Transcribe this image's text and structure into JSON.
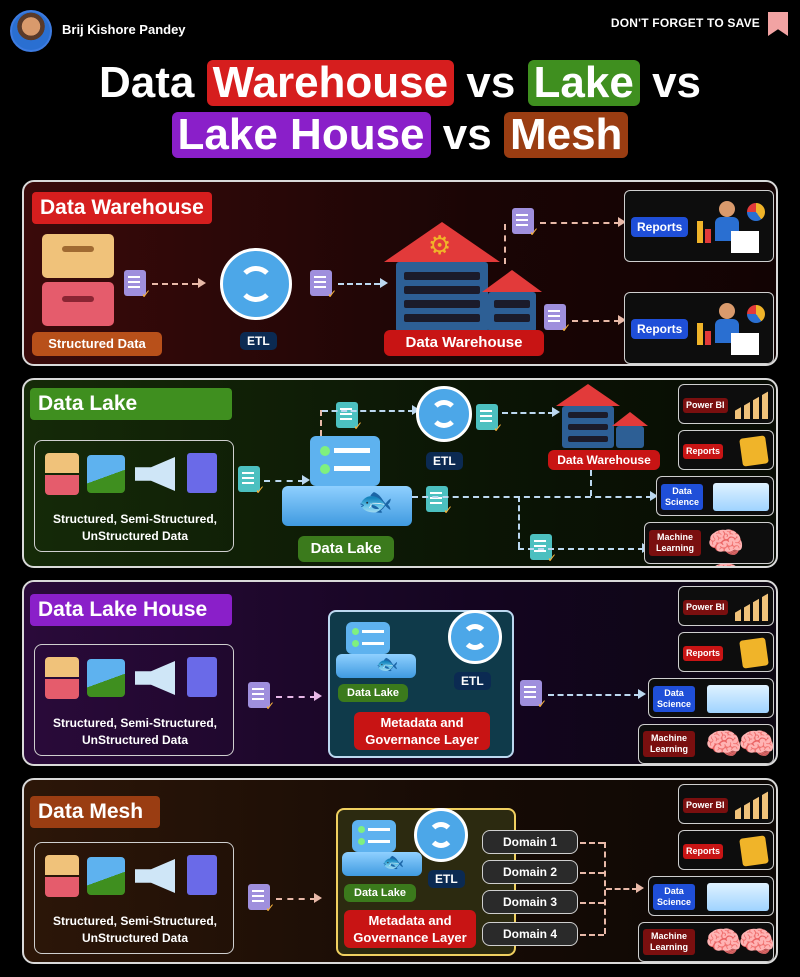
{
  "header": {
    "author": "Brij Kishore Pandey",
    "save_label": "DON'T FORGET TO SAVE"
  },
  "title": {
    "w1": "Data",
    "w2": "Warehouse",
    "w3": "vs",
    "w4": "Lake",
    "w5": "vs",
    "w6": "Lake House",
    "w7": "vs",
    "w8": "Mesh"
  },
  "warehouse": {
    "title": "Data Warehouse",
    "source": "Structured Data",
    "etl": "ETL",
    "store": "Data Warehouse",
    "outputs": [
      "Reports",
      "Reports"
    ]
  },
  "lake": {
    "title": "Data Lake",
    "source": [
      "Structured, Semi-Structured,",
      "UnStructured Data"
    ],
    "etl": "ETL",
    "store": "Data Lake",
    "warehouse": "Data Warehouse",
    "outputs": [
      "Power BI",
      "Reports",
      "Data Science",
      "Machine Learning"
    ]
  },
  "lakehouse": {
    "title": "Data Lake House",
    "source": [
      "Structured, Semi-Structured,",
      "UnStructured Data"
    ],
    "etl": "ETL",
    "store": "Data Lake",
    "layer": [
      "Metadata and",
      "Governance Layer"
    ],
    "outputs": [
      "Power BI",
      "Reports",
      "Data Science",
      "Machine Learning"
    ]
  },
  "mesh": {
    "title": "Data Mesh",
    "source": [
      "Structured, Semi-Structured,",
      "UnStructured Data"
    ],
    "etl": "ETL",
    "store": "Data Lake",
    "layer": [
      "Metadata and",
      "Governance Layer"
    ],
    "domains": [
      "Domain 1",
      "Domain 2",
      "Domain 3",
      "Domain 4"
    ],
    "outputs": [
      "Power BI",
      "Reports",
      "Data Science",
      "Machine Learning"
    ]
  },
  "colors": {
    "warehouse": "#d61e1e",
    "lake": "#3f8f1f",
    "lakehouse": "#8a1fc9",
    "mesh": "#9a3d12",
    "etl": "#4ca7e8"
  }
}
